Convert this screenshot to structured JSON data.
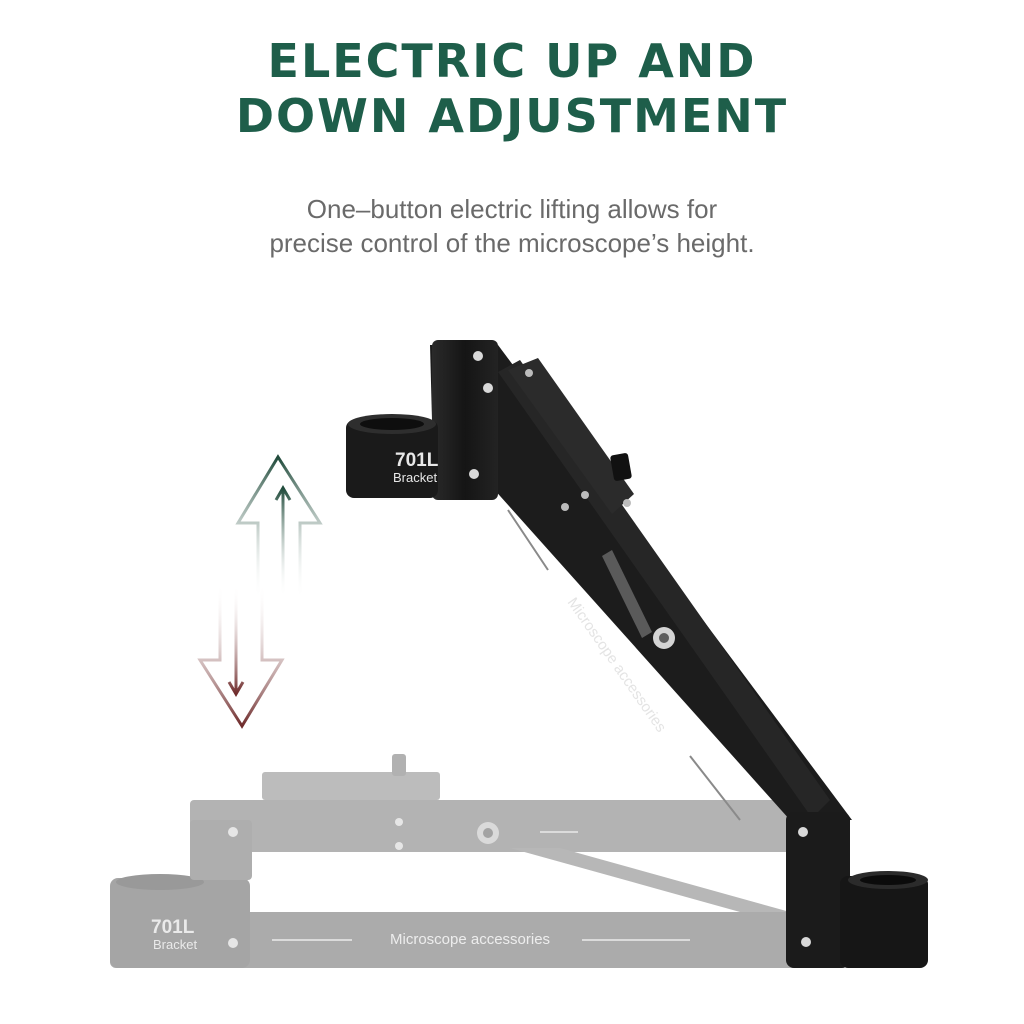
{
  "headline": {
    "line1": "ELECTRIC UP AND",
    "line2": "DOWN ADJUSTMENT"
  },
  "subtitle": {
    "line1": "One–button electric lifting allows for",
    "line2": "precise control of the microscope’s height."
  },
  "product": {
    "model": "701L",
    "name": "Bracket",
    "engraving": "Microscope accessories"
  },
  "colors": {
    "headline": "#1e5e4a",
    "subtitle": "#6a6a6a",
    "arrow_up": "#1f4a3a",
    "arrow_down": "#6e2a2a",
    "bracket_raised": "#1b1b1b",
    "bracket_lowered": "#a3a3a3"
  },
  "icons": {
    "up_arrow": "up-arrow-icon",
    "down_arrow": "down-arrow-icon"
  }
}
